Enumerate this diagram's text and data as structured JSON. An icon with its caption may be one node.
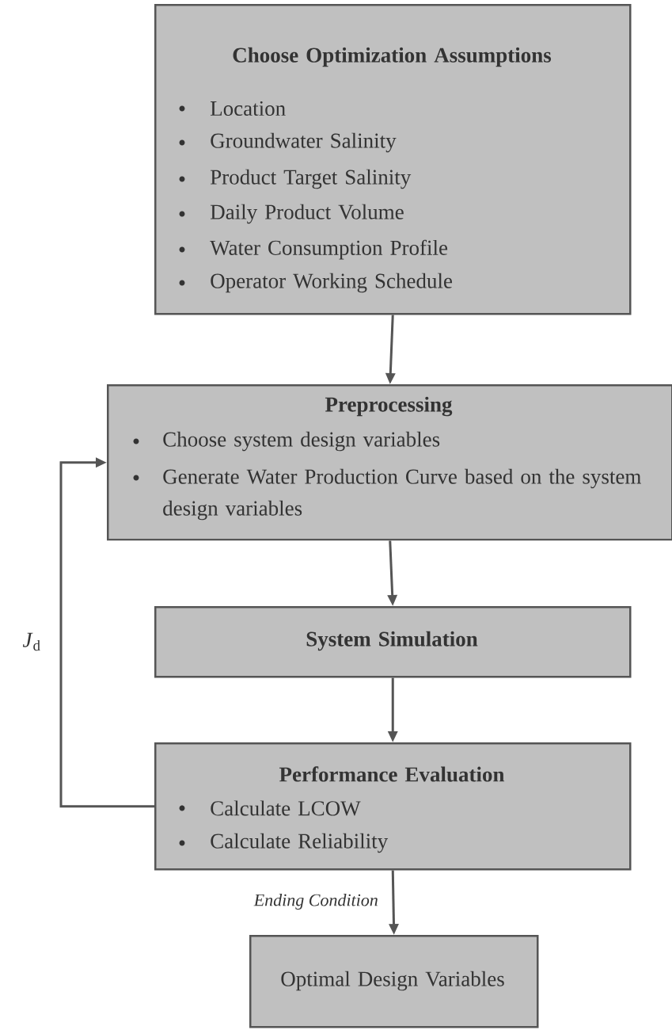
{
  "diagram": {
    "nodes": [
      {
        "text": [
          "Choose Optimization Assumptions",
          "Location",
          "Groundwater Salinity",
          "Product Target Salinity",
          "Daily Product Volume",
          "Water Consumption Profile",
          "Operator Working Schedule"
        ]
      },
      {
        "text": [
          "Preprocessing",
          "Choose system design variables",
          "Generate Water Production Curve based on the system design variables"
        ]
      },
      {
        "text": [
          "System Simulation"
        ]
      },
      {
        "text": [
          "Performance Evaluation",
          "Calculate LCOW",
          "Calculate Reliability"
        ]
      },
      {
        "text": [
          "Optimal Design Variables"
        ]
      }
    ],
    "edges": [
      {
        "from": 0,
        "to": 1,
        "arrow": "to"
      },
      {
        "from": 1,
        "to": 2,
        "arrow": "to"
      },
      {
        "from": 2,
        "to": 3,
        "arrow": "to"
      },
      {
        "from": 3,
        "to": 1,
        "arrow": "to",
        "label": "*J*$_{d}$"
      },
      {
        "from": 3,
        "to": 4,
        "arrow": "to",
        "label": "Ending Condition"
      }
    ]
  }
}
